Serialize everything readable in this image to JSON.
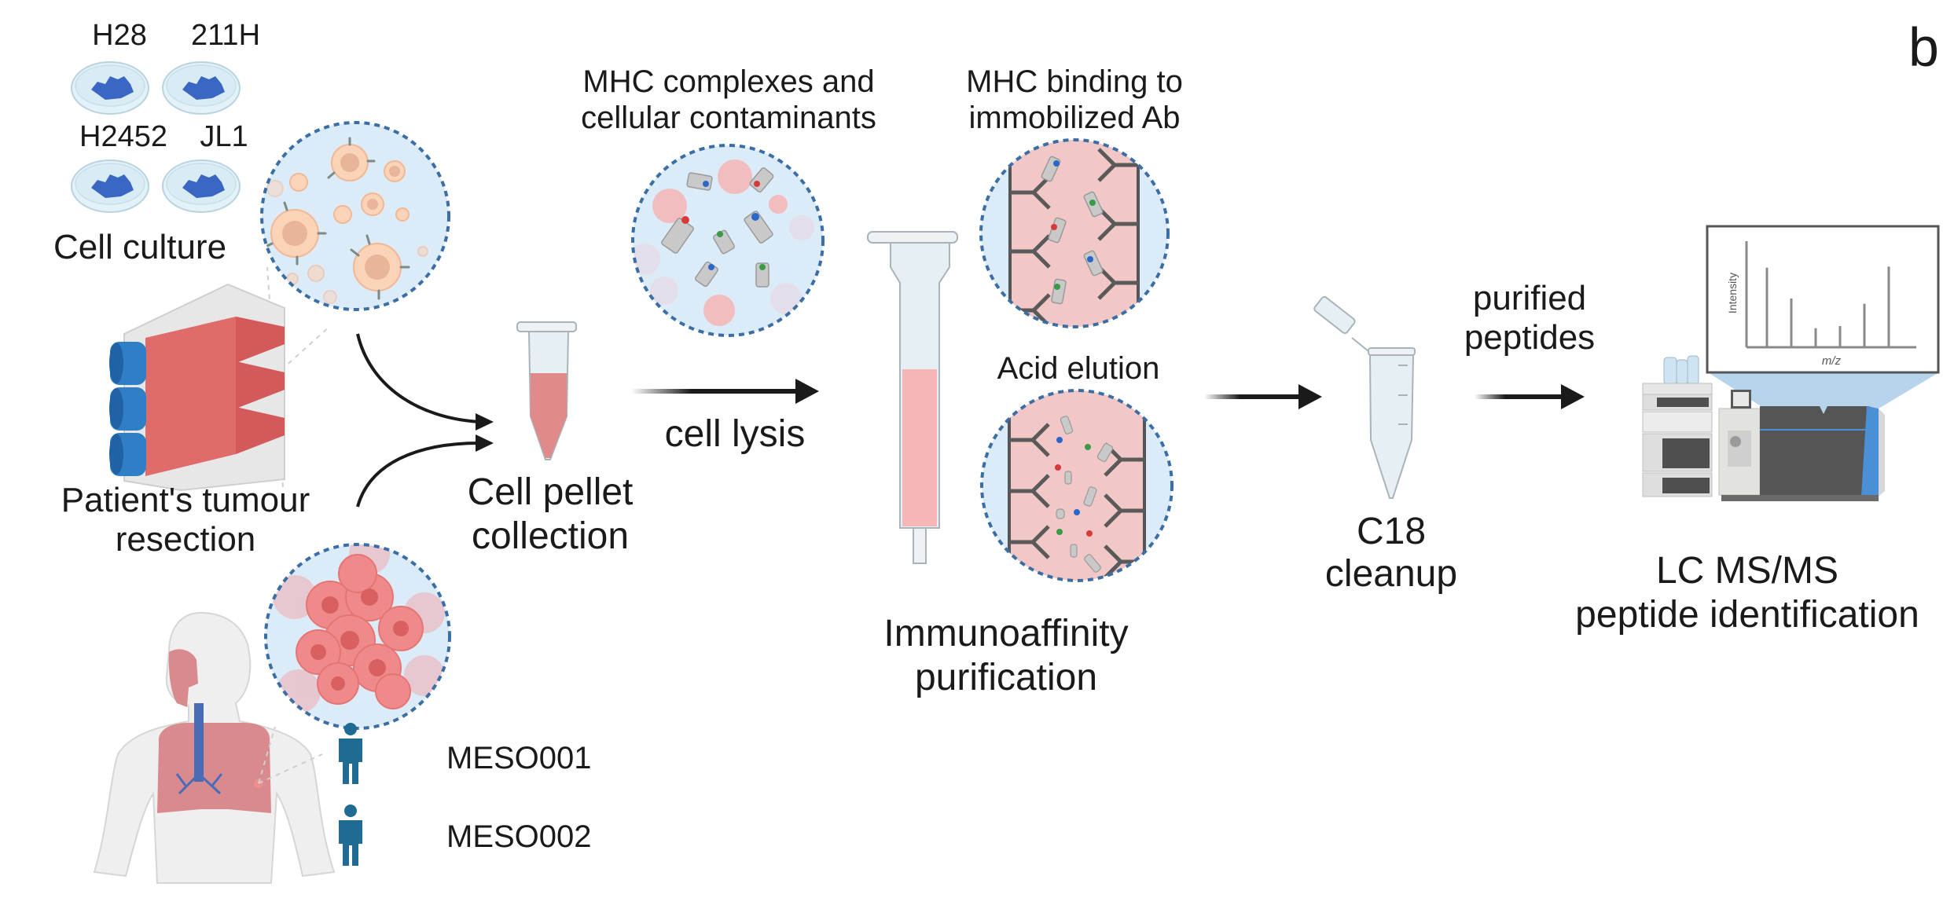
{
  "figure": {
    "panel_label": "b",
    "cell_lines": [
      "H28",
      "211H",
      "H2452",
      "JL1"
    ],
    "steps": {
      "cell_culture": "Cell culture",
      "tumour": [
        "Patient's tumour",
        "resection"
      ],
      "pellet": [
        "Cell pellet",
        "collection"
      ],
      "lysis": "cell lysis",
      "mhc_contaminants": [
        "MHC complexes and",
        "cellular contaminants"
      ],
      "mhc_binding": [
        "MHC binding to",
        "immobilized Ab"
      ],
      "acid_elution": "Acid elution",
      "immunoaffinity": [
        "Immunoaffinity",
        "purification"
      ],
      "c18": [
        "C18",
        "cleanup"
      ],
      "purified": [
        "purified",
        "peptides"
      ],
      "lcms": [
        "LC MS/MS",
        "peptide identification"
      ]
    },
    "patients": [
      "MESO001",
      "MESO002"
    ],
    "spectrum": {
      "ylabel": "Intensity",
      "xlabel": "m/z",
      "peaks": [
        0.75,
        0.46,
        0.18,
        0.2,
        0.41,
        0.76
      ]
    },
    "colors": {
      "circle_fill": "#dcebf8",
      "circle_border": "#3a6ea5",
      "flask_red": "#e06b6b",
      "cap_blue": "#2f7fc6",
      "person_blue": "#1f6b93",
      "pink_fill": "#f2c7c7",
      "arrow": "#1a1a1a"
    }
  }
}
